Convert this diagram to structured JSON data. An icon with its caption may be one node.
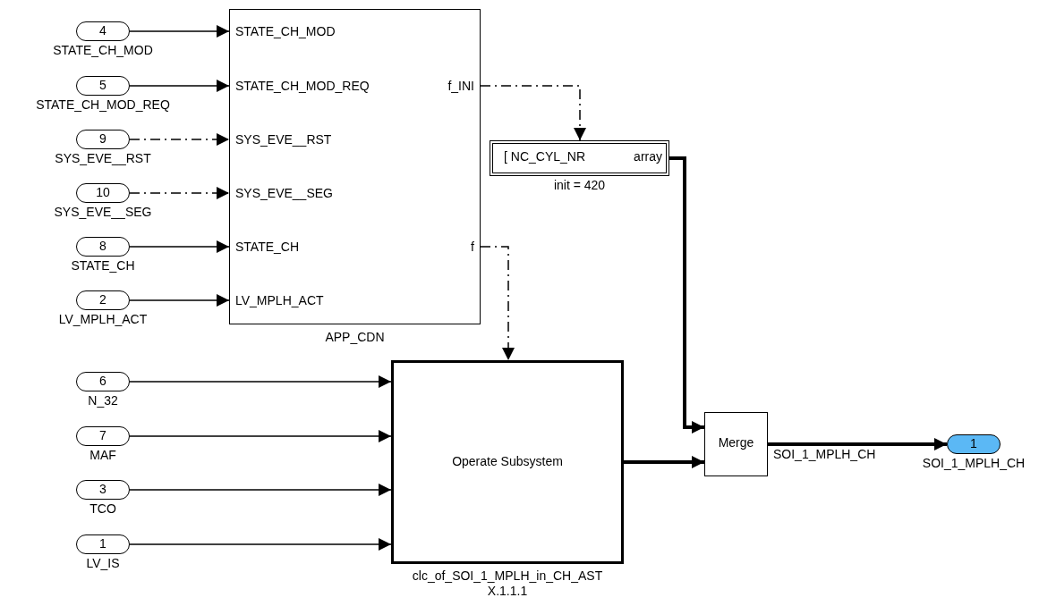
{
  "diagram": {
    "nodes": [
      {
        "text": [
          "4"
        ],
        "beside": [
          "STATE_CH_MOD"
        ]
      },
      {
        "text": [
          "5"
        ],
        "beside": [
          "STATE_CH_MOD_REQ"
        ]
      },
      {
        "text": [
          "9"
        ],
        "beside": [
          "SYS_EVE__RST"
        ]
      },
      {
        "text": [
          "10"
        ],
        "beside": [
          "SYS_EVE__SEG"
        ]
      },
      {
        "text": [
          "8"
        ],
        "beside": [
          "STATE_CH"
        ]
      },
      {
        "text": [
          "2"
        ],
        "beside": [
          "LV_MPLH_ACT"
        ]
      },
      {
        "text": [
          "STATE_CH_MOD",
          "STATE_CH_MOD_REQ",
          "SYS_EVE__RST",
          "SYS_EVE__SEG",
          "STATE_CH",
          "LV_MPLH_ACT",
          "f_INI",
          "f",
          "APP_CDN"
        ]
      },
      {
        "text": [
          "[ NC_CYL_NR",
          "array"
        ],
        "beside": [
          "init = 420"
        ]
      },
      {
        "text": [
          "6"
        ],
        "beside": [
          "N_32"
        ]
      },
      {
        "text": [
          "7"
        ],
        "beside": [
          "MAF"
        ]
      },
      {
        "text": [
          "3"
        ],
        "beside": [
          "TCO"
        ]
      },
      {
        "text": [
          "1"
        ],
        "beside": [
          "LV_IS"
        ]
      },
      {
        "text": [
          "Operate Subsystem"
        ],
        "beside": [
          "clc_of_SOI_1_MPLH_in_CH_AST",
          "X.1.1.1"
        ]
      },
      {
        "text": [
          "Merge"
        ]
      },
      {
        "text": [
          "1"
        ],
        "beside": [
          "SOI_1_MPLH_CH"
        ]
      }
    ],
    "edges": [
      {
        "from": 0,
        "to": 6,
        "arrow": "to"
      },
      {
        "from": 1,
        "to": 6,
        "arrow": "to"
      },
      {
        "from": 2,
        "to": 6,
        "arrow": "to",
        "style": "dashed"
      },
      {
        "from": 3,
        "to": 6,
        "arrow": "to",
        "style": "dashed"
      },
      {
        "from": 4,
        "to": 6,
        "arrow": "to"
      },
      {
        "from": 5,
        "to": 6,
        "arrow": "to"
      },
      {
        "from": 6,
        "to": 7,
        "arrow": "to",
        "style": "dashed"
      },
      {
        "from": 6,
        "to": 12,
        "arrow": "to",
        "style": "dashed"
      },
      {
        "from": 7,
        "to": 13,
        "arrow": "to",
        "style": "thick"
      },
      {
        "from": 8,
        "to": 12,
        "arrow": "to"
      },
      {
        "from": 9,
        "to": 12,
        "arrow": "to"
      },
      {
        "from": 10,
        "to": 12,
        "arrow": "to"
      },
      {
        "from": 11,
        "to": 12,
        "arrow": "to"
      },
      {
        "from": 12,
        "to": 13,
        "arrow": "to",
        "style": "thick"
      },
      {
        "from": 13,
        "to": 14,
        "arrow": "to",
        "style": "thick",
        "label": "SOI_1_MPLH_CH"
      }
    ]
  }
}
